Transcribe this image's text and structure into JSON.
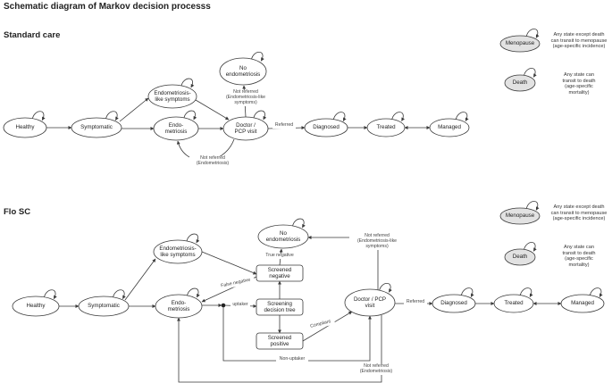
{
  "title": "Schematic diagram of Markov decision processs",
  "standard": {
    "heading": "Standard care",
    "nodes": {
      "healthy": "Healthy",
      "symptomatic": "Symptomatic",
      "endo_like": "Endometriosis-\nlike symptoms",
      "endo": "Endo-\nmetriosis",
      "no_endo": "No\nendometriosis",
      "doctor": "Doctor /\nPCP visit",
      "diagnosed": "Diagnosed",
      "treated": "Treated",
      "managed": "Managed"
    },
    "labels": {
      "referred": "Referred",
      "not_ref_like": "Not referred\n(Endometriosis-like\nsymptoms)",
      "not_ref_endo": "Not referred\n(Endometriosis)"
    }
  },
  "flo": {
    "heading": "Flo SC",
    "nodes": {
      "healthy": "Healthy",
      "symptomatic": "Symptomatic",
      "endo_like": "Endometriosis-\nlike symptoms",
      "endo": "Endo-\nmetriosis",
      "no_endo": "No\nendometriosis",
      "screened_neg": "Screened\nnegative",
      "screening_tree": "Screening\ndecision tree",
      "screened_pos": "Screened\npositive",
      "doctor": "Doctor / PCP\nvisit",
      "diagnosed": "Diagnosed",
      "treated": "Treated",
      "managed": "Managed"
    },
    "labels": {
      "true_negative": "True negative",
      "false_negative": "False negative",
      "uptaker": "uptaker",
      "compliant": "Compliant",
      "non_uptaker": "Non-uptaker",
      "referred": "Referred",
      "not_ref_like": "Not referred\n(Endometriosis-like\nsymptoms)",
      "not_ref_endo": "Not referred\n(Endometriosis)"
    }
  },
  "legend": {
    "menopause": "Menopause",
    "death": "Death",
    "menopause_note": "Any state except death\ncan transit to menopause\n(age-specific incidence)",
    "death_note": "Any state can\ntransit to death\n(age-specific\nmortality)"
  },
  "colors": {
    "line": "#3a3a3a",
    "legend_fill": "#e2e2e2",
    "node_fill": "#ffffff"
  }
}
